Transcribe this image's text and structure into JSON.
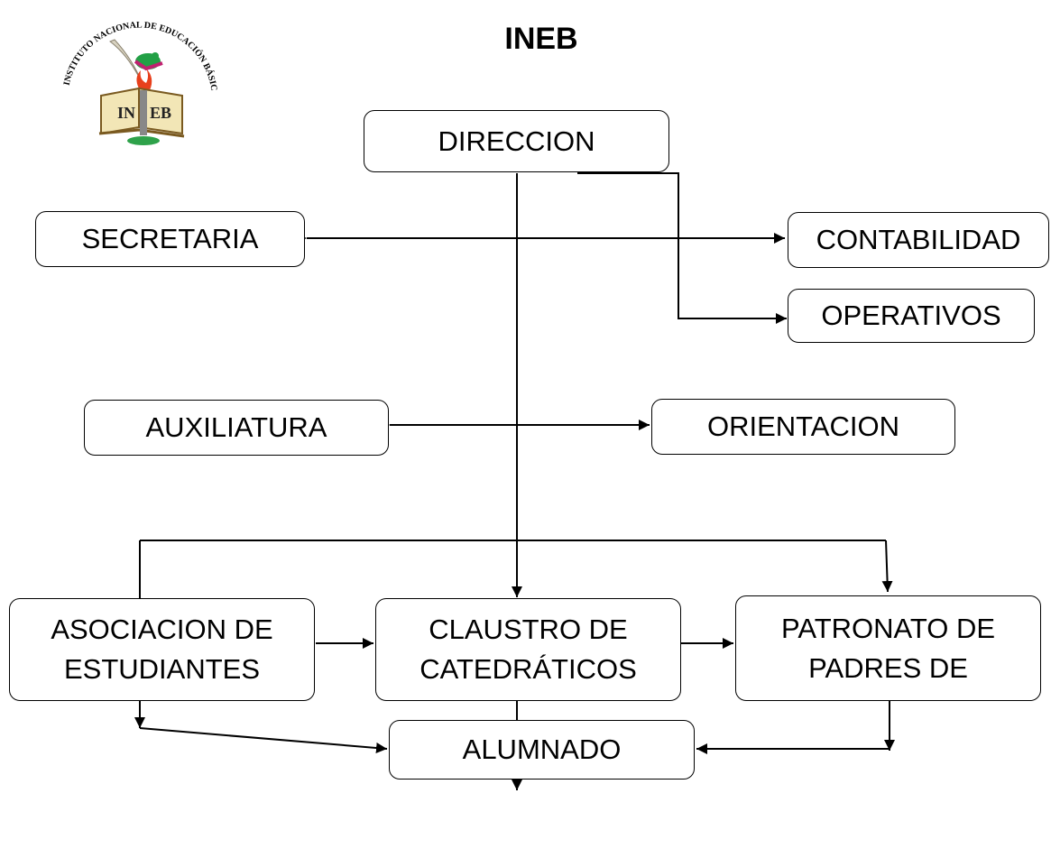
{
  "title": "INEB",
  "logo": {
    "ring_text": "INSTITUTO NACIONAL DE EDUCACIÓN BÁSICA",
    "book_text_left": "IN",
    "book_text_right": "EB"
  },
  "nodes": {
    "direccion": "DIRECCION",
    "secretaria": "SECRETARIA",
    "contabilidad": "CONTABILIDAD",
    "operativos": "OPERATIVOS",
    "auxiliatura": "AUXILIATURA",
    "orientacion": "ORIENTACION",
    "asociacion": "ASOCIACION DE\nESTUDIANTES",
    "claustro": "CLAUSTRO DE\nCATEDRÁTICOS",
    "patronato": "PATRONATO DE\nPADRES DE",
    "alumnado": "ALUMNADO"
  }
}
